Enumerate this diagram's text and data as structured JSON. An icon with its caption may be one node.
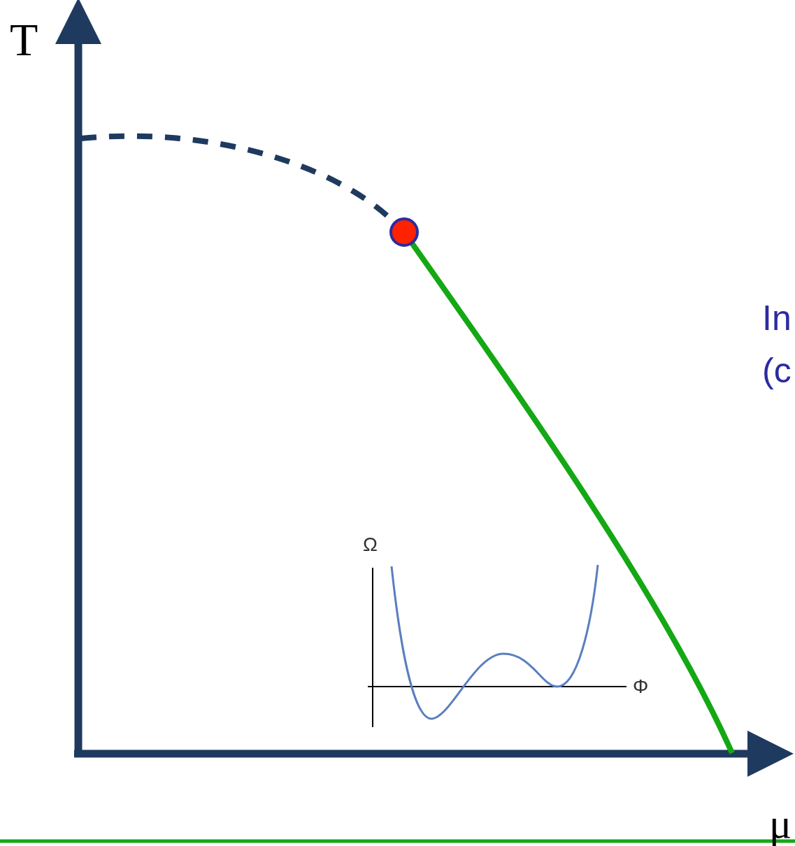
{
  "diagram": {
    "nodes": [
      {
        "text": [],
        "shape": "arrow"
      },
      {
        "text": [],
        "shape": "circle"
      },
      {
        "text": [],
        "shape": "arrow"
      }
    ],
    "edges": [
      {
        "from": 0,
        "to": 1,
        "arrow": "none",
        "style": "dashed"
      },
      {
        "from": 1,
        "to": 2,
        "arrow": "none",
        "color": "#14a814"
      }
    ],
    "labels": [
      "T",
      "In",
      "(c",
      "Ω",
      "Φ",
      "μ"
    ]
  }
}
